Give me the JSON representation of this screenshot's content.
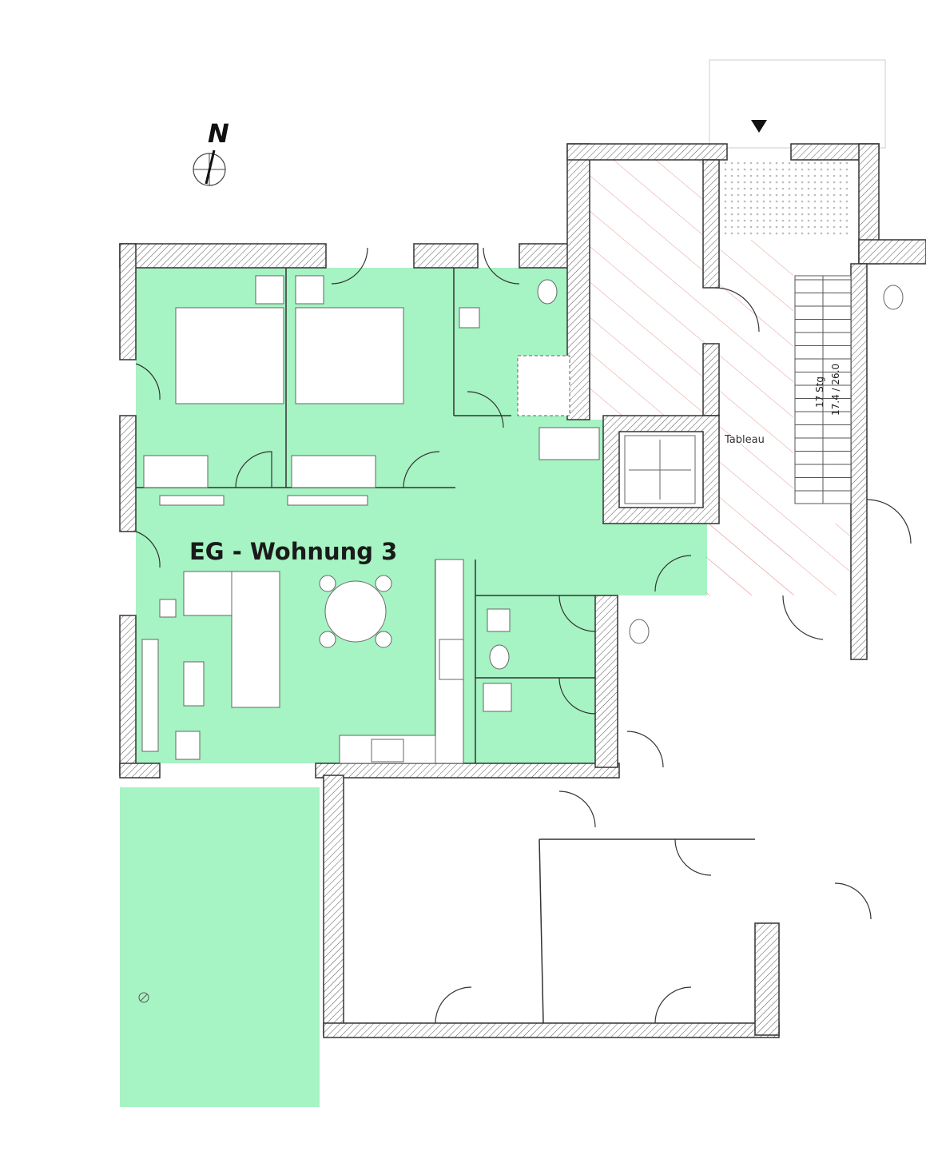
{
  "plan": {
    "north_label": "N",
    "unit_label": "EG - Wohnung 3",
    "tableau_label": "Tableau",
    "stair_steps": "17 Stg",
    "stair_dims": "17.4 / 26.0"
  },
  "colors": {
    "unit_fill": "#a6f3c3",
    "wall": "#3a3a3a",
    "lobby_hatch": "#e79a9a",
    "entry_dots": "#c8c8c8"
  }
}
